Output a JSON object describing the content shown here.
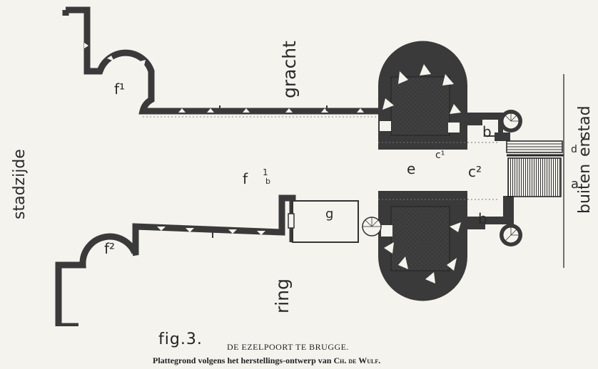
{
  "labels": {
    "gracht": "gracht",
    "ring": "ring",
    "stadzijde": "stadzijde",
    "buiten_den": "buiten",
    "buiten_en": "en",
    "buiten_stad": "stad",
    "f1": "f¹",
    "f2_left": "f²",
    "fb": "f",
    "fb_sup": "1",
    "fb_sub": "b",
    "e": "e",
    "c1": "c¹",
    "c2": "c²",
    "b_top": "b",
    "b_bottom": "b",
    "g": "g",
    "a": "a",
    "d": "d"
  },
  "caption": {
    "fig": "fig.3.",
    "title": "DE EZELPOORT TE BRUGGE.",
    "subtitle_pre": "Plattegrond volgens het herstellings-ontwerp van ",
    "author": "Ch. de Wulf."
  },
  "colors": {
    "wall": "#3a3a3a",
    "paper": "#f4f3ee",
    "ink": "#222222"
  }
}
